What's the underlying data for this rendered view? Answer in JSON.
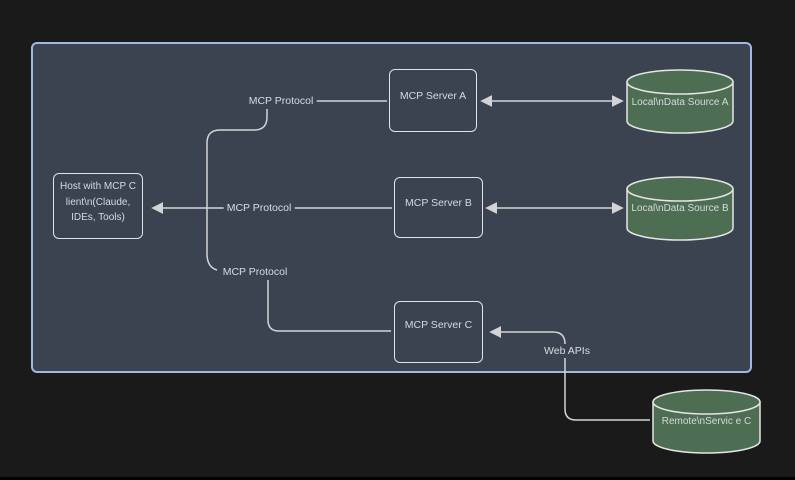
{
  "diagram": {
    "type": "flowchart",
    "description": "MCP architecture diagram: host with MCP client connected to three MCP servers, two local data sources and one remote service"
  },
  "nodes": {
    "host": {
      "lines": [
        "Host with MCP C",
        "lient\\n(Claude,",
        "IDEs, Tools)"
      ]
    },
    "server_a": {
      "label": "MCP Server A"
    },
    "server_b": {
      "label": "MCP Server B"
    },
    "server_c": {
      "label": "MCP Server C"
    },
    "data_source_a": {
      "lines": [
        "Local\\nData",
        "Source A"
      ]
    },
    "data_source_b": {
      "lines": [
        "Local\\nData",
        "Source B"
      ]
    },
    "remote_service_c": {
      "lines": [
        "Remote\\nServic",
        "e C"
      ]
    }
  },
  "edge_labels": {
    "protocol_a": "MCP Protocol",
    "protocol_b": "MCP Protocol",
    "protocol_c": "MCP Protocol",
    "web_apis": "Web APIs"
  },
  "colors": {
    "page_background": "#1a1a1a",
    "container_fill": "#3b4350",
    "container_border": "#9fb9e4",
    "node_border": "#e2e2ea",
    "node_text": "#d7d9dd",
    "edge_line": "#d4d4d4",
    "cylinder_fill": "#4d6e52",
    "cylinder_border": "#e6e6e6"
  }
}
